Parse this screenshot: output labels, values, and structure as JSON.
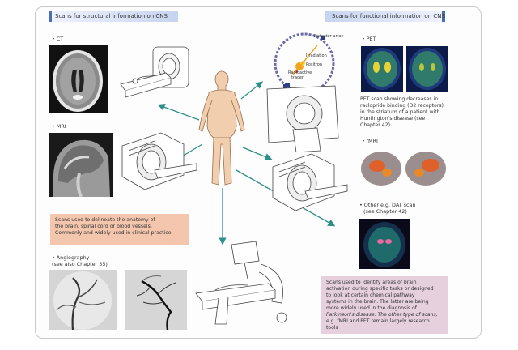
{
  "headers": {
    "structural": "Scans for structural information on CNS",
    "functional": "Scans for functional information on CNS"
  },
  "labels": {
    "ct": "• CT",
    "mri": "• MRI",
    "angiography_1": "• Angiography",
    "angiography_2": "(see also Chapter 35)",
    "pet": "• PET",
    "fmri": "• fMRI",
    "dat_1": "• Other e.g. DAT scan",
    "dat_2": "(see Chapter 42)"
  },
  "pet_diagram": {
    "detector": "Detector array",
    "irradiation": "Irradiation",
    "positron": "Positron",
    "tracer_1": "Radioactive",
    "tracer_2": "tracer"
  },
  "pet_caption": [
    "PET scan showing decreases in",
    "raclopride binding (D2 receptors)",
    "in the striatum of a patient with",
    "Huntington's disease (see",
    "Chapter 42)"
  ],
  "structural_note": [
    "Scans used to delineate the anatomy of",
    "the brain, spinal cord or blood vessels.",
    "Commonly and widely used in clinical practice"
  ],
  "functional_note": [
    "Scans used to identify areas of brain",
    "activation during specific tasks or designed",
    "to look at certain chemical pathway",
    "systems in the brain. The latter are being",
    "more widely used in the diagnosis of",
    "Parkinson's disease. The other type of scans,",
    "e.g. fMRI and PET remain largely research tools"
  ],
  "colors": {
    "arrow": "#2e8f8a",
    "header_accent": "#4a6fb5",
    "structural_note_bg": "#f3c6ad",
    "functional_note_bg": "#e6d0de",
    "skin": "#f1cfae"
  }
}
